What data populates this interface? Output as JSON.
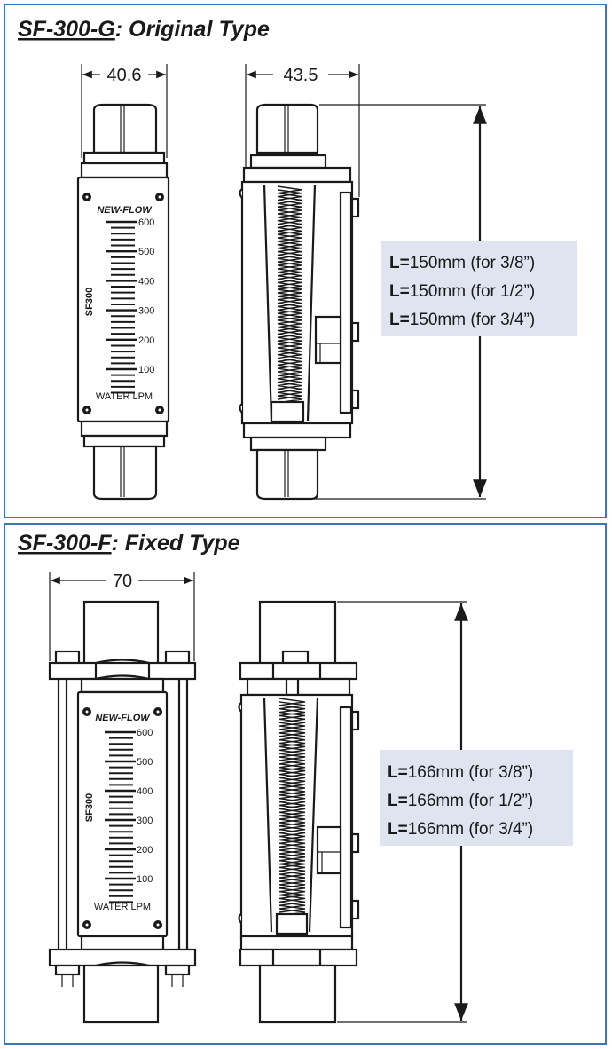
{
  "colors": {
    "border": "#3f74b8",
    "length_box": "#dfe4f0",
    "ink": "#1a1a1a"
  },
  "sections": [
    {
      "title_model": "SF-300-G",
      "title_rest": ": Original Type",
      "front_width": "40.6",
      "side_width": "43.5",
      "gauge": {
        "brand": "NEW-FLOW",
        "model": "SF300",
        "unit": "WATER LPM",
        "scale": [
          "600",
          "500",
          "400",
          "300",
          "200",
          "100"
        ]
      },
      "lengths": [
        {
          "label": "L=",
          "value": "150mm (for 3/8”)"
        },
        {
          "label": "L=",
          "value": "150mm (for 1/2”)"
        },
        {
          "label": "L=",
          "value": "150mm (for 3/4”)"
        }
      ]
    },
    {
      "title_model": "SF-300-F",
      "title_rest": ": Fixed Type",
      "front_width": "70",
      "gauge": {
        "brand": "NEW-FLOW",
        "model": "SF300",
        "unit": "WATER LPM",
        "scale": [
          "600",
          "500",
          "400",
          "300",
          "200",
          "100"
        ]
      },
      "lengths": [
        {
          "label": "L=",
          "value": "166mm (for 3/8”)"
        },
        {
          "label": "L=",
          "value": "166mm (for 1/2”)"
        },
        {
          "label": "L=",
          "value": "166mm (for 3/4”)"
        }
      ]
    }
  ]
}
